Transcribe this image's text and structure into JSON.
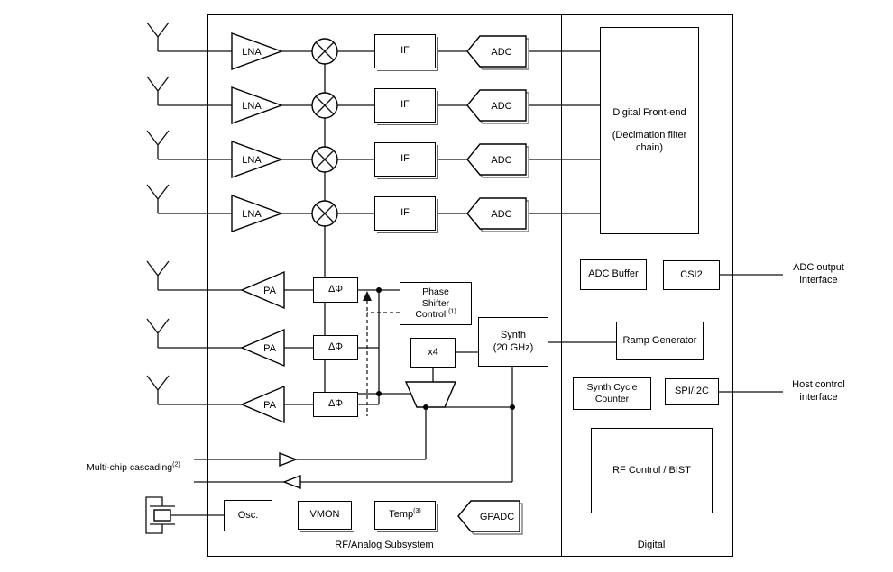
{
  "chip": {
    "rx_rows": [
      {
        "lna": "LNA",
        "if": "IF",
        "adc": "ADC"
      },
      {
        "lna": "LNA",
        "if": "IF",
        "adc": "ADC"
      },
      {
        "lna": "LNA",
        "if": "IF",
        "adc": "ADC"
      },
      {
        "lna": "LNA",
        "if": "IF",
        "adc": "ADC"
      }
    ],
    "tx_rows": [
      {
        "pa": "PA",
        "ps": "ΔΦ"
      },
      {
        "pa": "PA",
        "ps": "ΔΦ"
      },
      {
        "pa": "PA",
        "ps": "ΔΦ"
      }
    ],
    "blocks": {
      "dfe1": "Digital Front-end",
      "dfe2": "(Decimation filter",
      "dfe3": "chain)",
      "adc_buffer": "ADC Buffer",
      "csi2": "CSI2",
      "ramp": "Ramp Generator",
      "scc1": "Synth Cycle",
      "scc2": "Counter",
      "spi": "SPI/I2C",
      "rfbist": "RF Control / BIST",
      "psc1": "Phase",
      "psc2": "Shifter",
      "psc3": "Control ",
      "psc_sup": "(1)",
      "x4": "x4",
      "synth1": "Synth",
      "synth2": "(20 GHz)",
      "osc": "Osc.",
      "vmon": "VMON",
      "temp": "Temp",
      "temp_sup": "(3)",
      "gpadc": "GPADC"
    },
    "sections": {
      "rf": "RF/Analog Subsystem",
      "digital": "Digital"
    },
    "external": {
      "adc_out1": "ADC output",
      "adc_out2": "interface",
      "host1": "Host control",
      "host2": "interface",
      "cascade": "Multi-chip cascading",
      "cascade_sup": "(2)"
    },
    "colors": {
      "line": "#111111",
      "box_border": "#000000",
      "shadow": "#666666",
      "background": "#ffffff"
    }
  }
}
